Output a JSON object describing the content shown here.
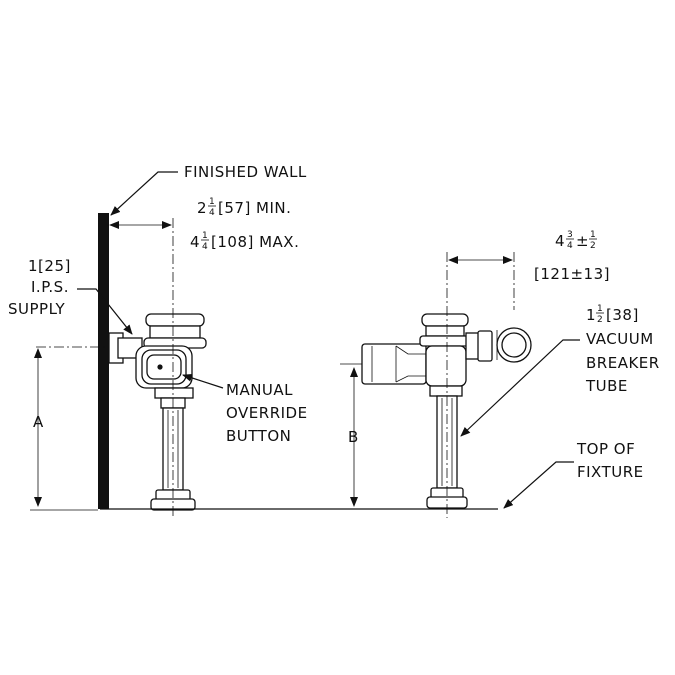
{
  "labels": {
    "finished_wall": "FINISHED WALL",
    "dim_min_whole": "2",
    "dim_min_num": "1",
    "dim_min_den": "4",
    "dim_min_rest": "[57] MIN.",
    "dim_max_whole": "4",
    "dim_max_num": "1",
    "dim_max_den": "4",
    "dim_max_rest": "[108] MAX.",
    "supply_size": "1[25]",
    "supply_ips": "I.P.S.",
    "supply_word": "SUPPLY",
    "manual_1": "MANUAL",
    "manual_2": "OVERRIDE",
    "manual_3": "BUTTON",
    "dim_a": "A",
    "dim_b": "B",
    "right_whole": "4",
    "right_num": "3",
    "right_den": "4",
    "right_pm": "±",
    "right_num2": "1",
    "right_den2": "2",
    "right_mm": "[121±13]",
    "vac_whole": "1",
    "vac_num": "1",
    "vac_den": "2",
    "vac_mm": "[38]",
    "vac_1": "VACUUM",
    "vac_2": "BREAKER",
    "vac_3": "TUBE",
    "fixture_1": "TOP OF",
    "fixture_2": "FIXTURE"
  }
}
